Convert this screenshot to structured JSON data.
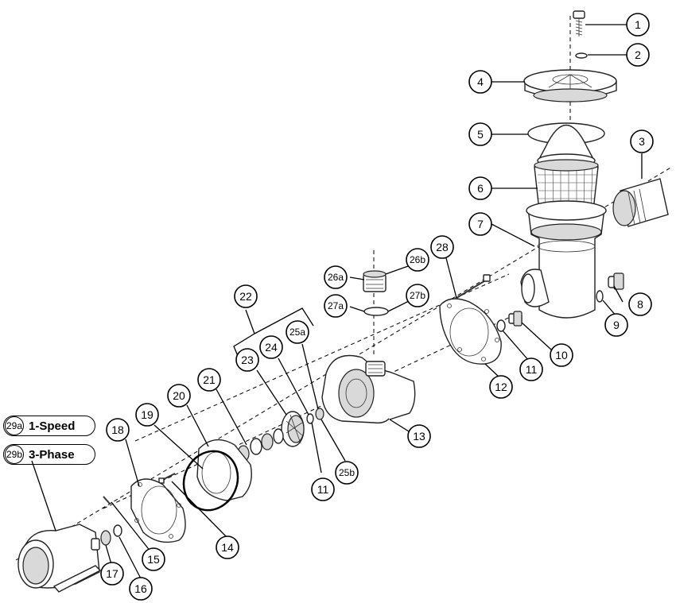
{
  "callouts": [
    {
      "label": "1"
    },
    {
      "label": "2"
    },
    {
      "label": "3"
    },
    {
      "label": "4"
    },
    {
      "label": "5"
    },
    {
      "label": "6"
    },
    {
      "label": "7"
    },
    {
      "label": "8"
    },
    {
      "label": "9"
    },
    {
      "label": "10"
    },
    {
      "label": "11"
    },
    {
      "label": "11"
    },
    {
      "label": "12"
    },
    {
      "label": "13"
    },
    {
      "label": "14"
    },
    {
      "label": "15"
    },
    {
      "label": "16"
    },
    {
      "label": "17"
    },
    {
      "label": "18"
    },
    {
      "label": "19"
    },
    {
      "label": "20"
    },
    {
      "label": "21"
    },
    {
      "label": "22"
    },
    {
      "label": "23"
    },
    {
      "label": "24"
    },
    {
      "label": "25a"
    },
    {
      "label": "25b"
    },
    {
      "label": "26a"
    },
    {
      "label": "26b"
    },
    {
      "label": "27a"
    },
    {
      "label": "27b"
    },
    {
      "label": "28"
    }
  ],
  "motor_options": [
    {
      "id": "29a",
      "label": "1-Speed"
    },
    {
      "id": "29b",
      "label": "3-Phase"
    }
  ]
}
